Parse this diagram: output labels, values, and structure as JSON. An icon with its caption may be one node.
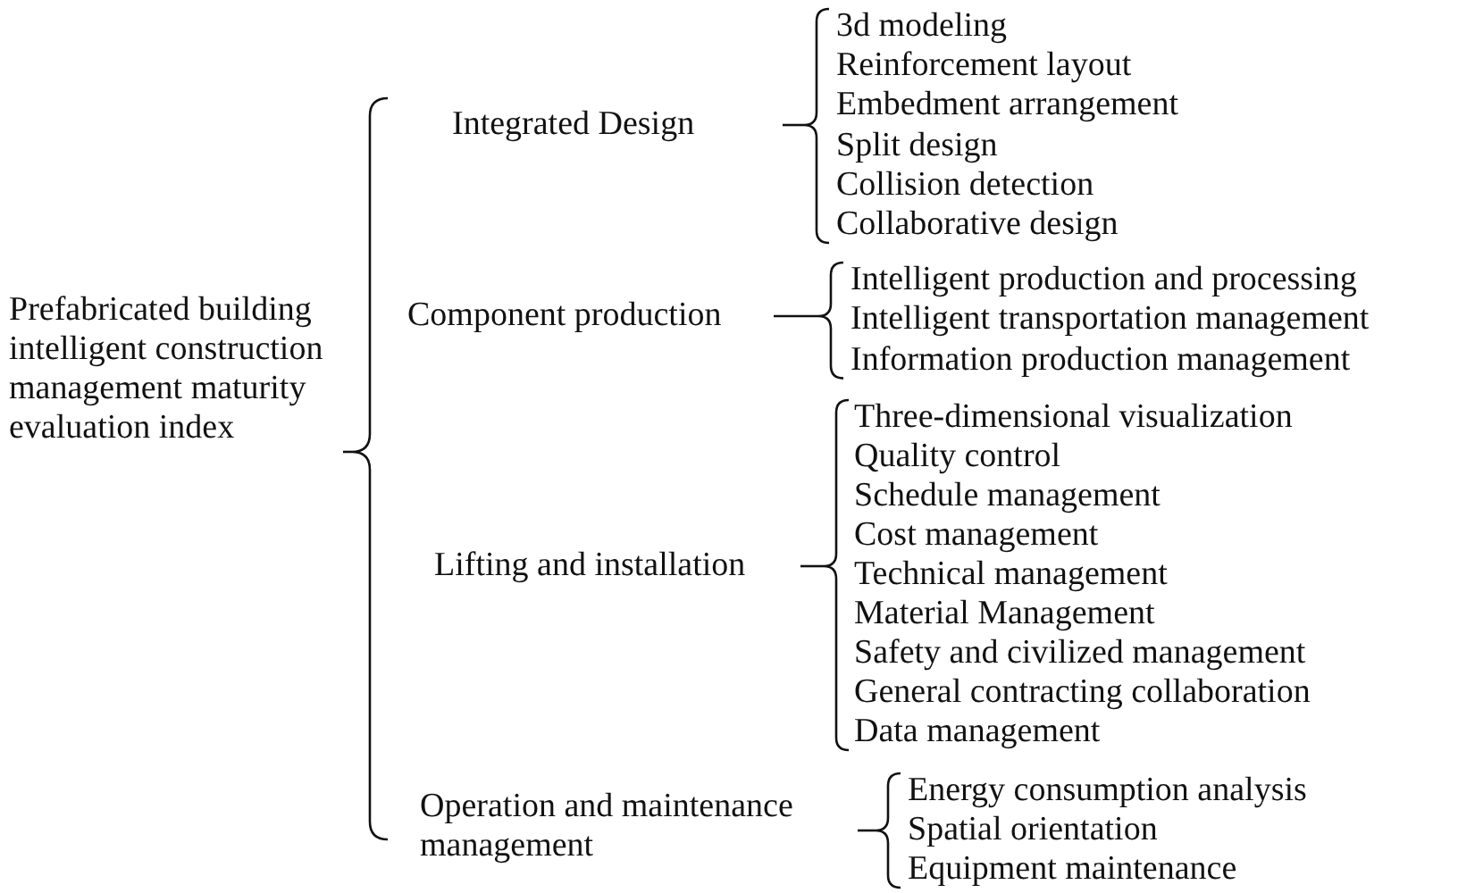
{
  "diagram": {
    "nodes": [
      {
        "text": [
          "Prefabricated building intelligent construction management maturity evaluation index"
        ]
      },
      {
        "text": [
          "Integrated Design"
        ]
      },
      {
        "text": [
          "3d modeling"
        ]
      },
      {
        "text": [
          "Reinforcement layout"
        ]
      },
      {
        "text": [
          "Embedment arrangement"
        ]
      },
      {
        "text": [
          "Split design"
        ]
      },
      {
        "text": [
          "Collision detection"
        ]
      },
      {
        "text": [
          "Collaborative design"
        ]
      },
      {
        "text": [
          "Component production"
        ]
      },
      {
        "text": [
          "Intelligent production and processing"
        ]
      },
      {
        "text": [
          "Intelligent transportation management"
        ]
      },
      {
        "text": [
          "Information production management"
        ]
      },
      {
        "text": [
          "Lifting and installation"
        ]
      },
      {
        "text": [
          "Three-dimensional visualization"
        ]
      },
      {
        "text": [
          "Quality control"
        ]
      },
      {
        "text": [
          "Schedule management"
        ]
      },
      {
        "text": [
          "Cost management"
        ]
      },
      {
        "text": [
          "Technical management"
        ]
      },
      {
        "text": [
          "Material Management"
        ]
      },
      {
        "text": [
          "Safety and civilized management"
        ]
      },
      {
        "text": [
          "General contracting collaboration"
        ]
      },
      {
        "text": [
          "Data management"
        ]
      },
      {
        "text": [
          "Operation and maintenance management"
        ]
      },
      {
        "text": [
          "Energy consumption analysis"
        ]
      },
      {
        "text": [
          "Spatial orientation"
        ]
      },
      {
        "text": [
          "Equipment maintenance"
        ]
      }
    ]
  }
}
